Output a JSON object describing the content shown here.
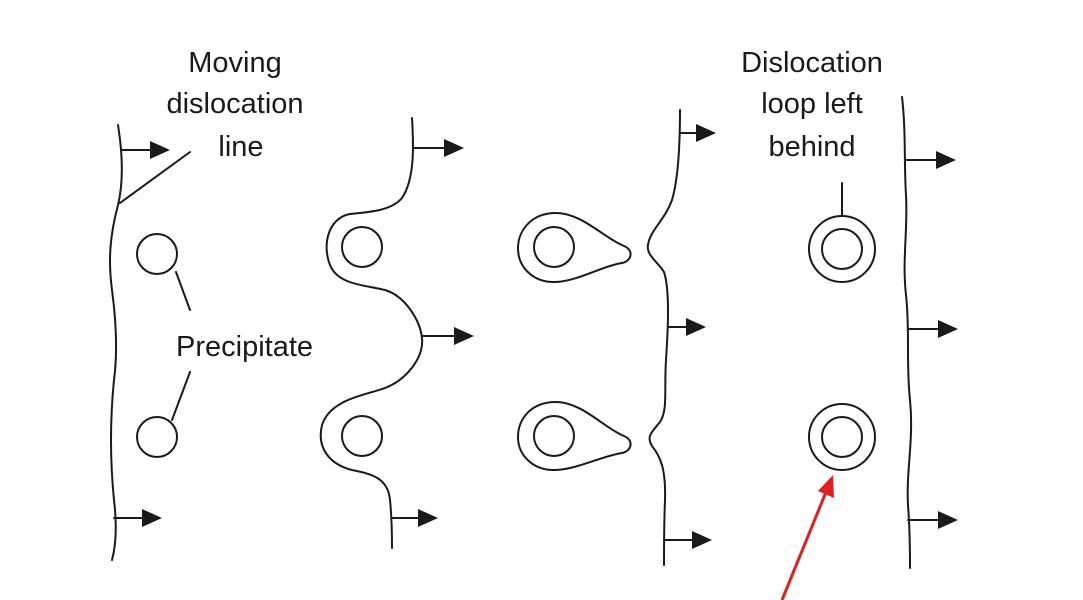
{
  "figure": {
    "labels": {
      "moving_dislocation_line": [
        "Moving",
        "dislocation",
        "line"
      ],
      "dislocation_loop_left_behind": [
        "Dislocation",
        "loop left",
        "behind"
      ],
      "precipitate": "Precipitate"
    },
    "stages": [
      "dislocation approaching precipitates",
      "dislocation bowing around precipitates",
      "dislocation segments pinching off",
      "dislocation passed, loops left around precipitates"
    ],
    "motion_direction": "right",
    "colors": {
      "ink": "#1a1a1a",
      "annotation_arrow": "#e02020",
      "background": "#ffffff"
    }
  }
}
